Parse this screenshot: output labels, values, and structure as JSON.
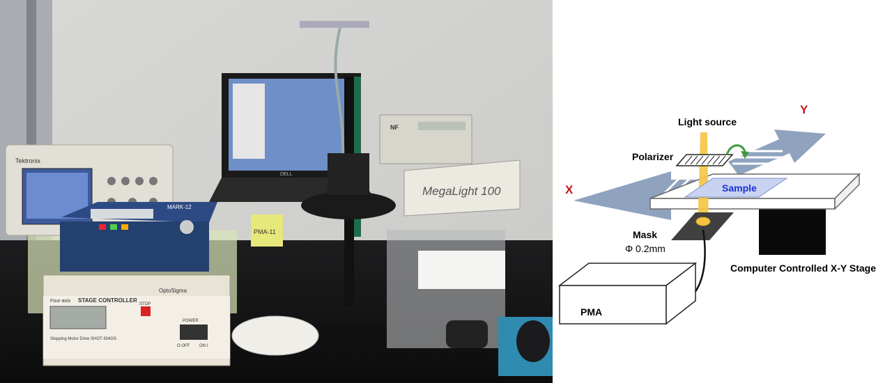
{
  "photo": {
    "oscilloscope_brand": "Tektronix",
    "controller_brand": "MARK-12",
    "stage_controller": {
      "brand": "OptoSigma",
      "title_prefix": "Four-axis",
      "title": "STAGE CONTROLLER",
      "motor_text": "Stepping Motor Drive SHOT-304GS",
      "stop_label": "STOP",
      "power_label": "POWER",
      "off_label": "O OFF",
      "on_label": "ON I"
    },
    "sticky_note": "PMA-11",
    "light_source_brand": "MegaLight 100",
    "laptop_brand": "DELL",
    "generator_brand": "NF"
  },
  "diagram": {
    "labels": {
      "y_axis": "Y",
      "x_axis": "X",
      "light_source": "Light source",
      "polarizer": "Polarizer",
      "sample": "Sample",
      "mask": "Mask",
      "mask_size": "Φ 0.2mm",
      "stage": "Computer Controlled X-Y Stage",
      "pma": "PMA"
    },
    "colors": {
      "arrow": "#8fa3bf",
      "axis_label": "#c0161c",
      "beam": "#f5c542",
      "sample_fill": "#c8d3f2",
      "sample_text": "#1a2fd6",
      "stage": "#0a0a0a",
      "mask": "#404040",
      "rotate_arrow": "#3f9a3f"
    }
  }
}
